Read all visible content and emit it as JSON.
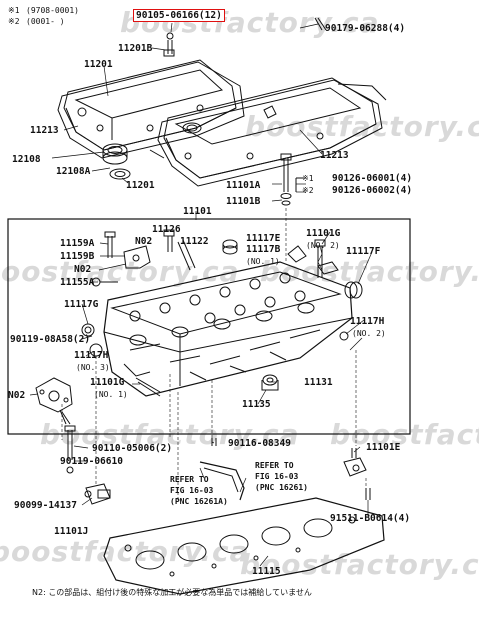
{
  "header": {
    "mark1": "※1",
    "range1": "(9708-0001)",
    "mark2": "※2",
    "range2": "(0001-         )"
  },
  "highlight_part": "90105-06166(12)",
  "labels": {
    "p90179": "90179-06288(4)",
    "p11201B": "11201B",
    "p11201": "11201",
    "p11213a": "11213",
    "p12108": "12108",
    "p12108A": "12108A",
    "p11201b": "11201",
    "p11213b": "11213",
    "p11101A": "11101A",
    "p11101B": "11101B",
    "p90126a": "90126-06001(4)",
    "p90126b": "90126-06002(4)",
    "mk1": "※1",
    "mk2": "※2",
    "p11101": "11101",
    "p11126": "11126",
    "pN02a": "N02",
    "p11122": "11122",
    "p11117E": "11117E",
    "p11117B": "11117B",
    "pNo1a": "(NO. 1)",
    "p11101G": "11101G",
    "pNo2a": "(NO. 2)",
    "p11159A": "11159A",
    "p11159B": "11159B",
    "pN02b": "N02",
    "p11155A": "11155A",
    "p11117F": "11117F",
    "p11117G": "11117G",
    "p90119a": "90119-08A58(2)",
    "p11117Ha": "11117H",
    "pNo3": "(NO. 3)",
    "p11117Hb": "11117H",
    "pNo2b": "(NO. 2)",
    "pN02c": "N02",
    "p11101Gb": "11101G",
    "pNo1b": "(NO. 1)",
    "p11131": "11131",
    "p11135": "11135",
    "p90110": "90110-05006(2)",
    "p90119b": "90119-06610",
    "p90116": "90116-08349",
    "p11101E": "11101E",
    "refA1": "REFER TO",
    "refA2": "FIG 16-03",
    "refA3": "(PNC 16261A)",
    "refB1": "REFER TO",
    "refB2": "FIG 16-03",
    "refB3": "(PNC 16261)",
    "p90099": "90099-14137",
    "p91511": "91511-B0614(4)",
    "p11101J": "11101J",
    "p11115": "11115"
  },
  "watermark": "boostfactory.ca",
  "footnote": "N2: この部品は、組付け後の特殊な加工が必要な為単品では補給していません"
}
